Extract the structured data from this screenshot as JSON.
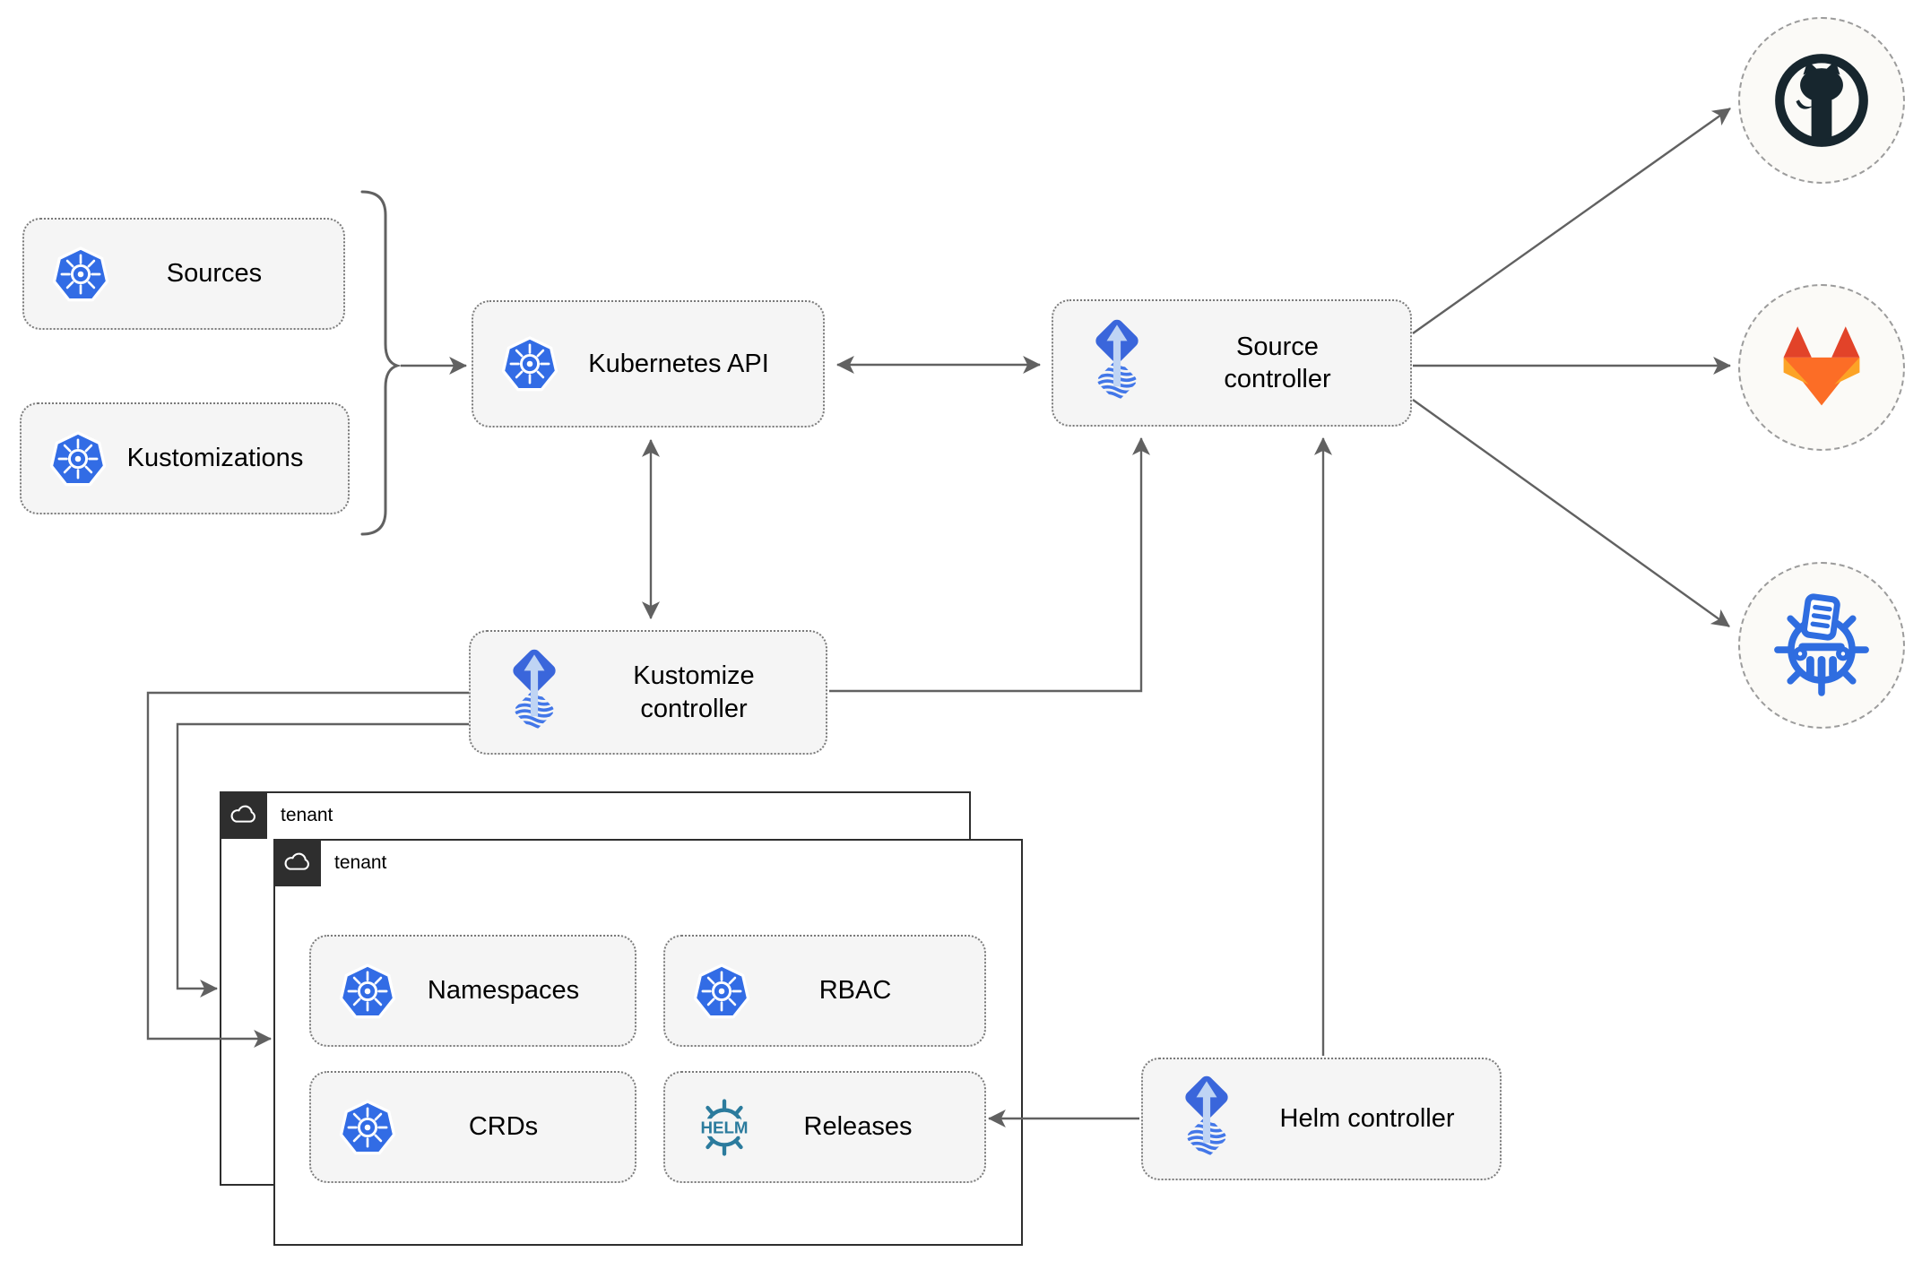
{
  "diagram": {
    "nodes": {
      "sources": {
        "label": "Sources"
      },
      "kustomizations": {
        "label": "Kustomizations"
      },
      "kubernetes_api": {
        "label": "Kubernetes API"
      },
      "source_controller": {
        "label": "Source controller"
      },
      "kustomize_controller": {
        "label": "Kustomize controller"
      },
      "helm_controller": {
        "label": "Helm controller"
      },
      "namespaces": {
        "label": "Namespaces"
      },
      "rbac": {
        "label": "RBAC"
      },
      "crds": {
        "label": "CRDs"
      },
      "releases": {
        "label": "Releases"
      }
    },
    "groups": {
      "tenant_back": {
        "label": "tenant"
      },
      "tenant_front": {
        "label": "tenant"
      }
    },
    "icons": {
      "helm_logo_text": "HELM"
    },
    "external_targets": [
      {
        "name": "github",
        "icon": "github-icon"
      },
      {
        "name": "gitlab",
        "icon": "gitlab-icon"
      },
      {
        "name": "helm-chart-repository",
        "icon": "chartmuseum-icon"
      }
    ],
    "connections": [
      {
        "from": "sources-and-kustomizations",
        "to": "kubernetes-api",
        "style": "arrow"
      },
      {
        "from": "kubernetes-api",
        "to": "source-controller",
        "style": "bidirectional"
      },
      {
        "from": "kubernetes-api",
        "to": "kustomize-controller",
        "style": "bidirectional"
      },
      {
        "from": "kustomize-controller",
        "to": "source-controller",
        "style": "arrow"
      },
      {
        "from": "kustomize-controller",
        "to": "tenant-front",
        "style": "arrow"
      },
      {
        "from": "kustomize-controller",
        "to": "tenant-back",
        "style": "arrow"
      },
      {
        "from": "helm-controller",
        "to": "source-controller",
        "style": "arrow"
      },
      {
        "from": "helm-controller",
        "to": "releases",
        "style": "arrow"
      },
      {
        "from": "source-controller",
        "to": "github",
        "style": "arrow"
      },
      {
        "from": "source-controller",
        "to": "gitlab",
        "style": "arrow"
      },
      {
        "from": "source-controller",
        "to": "helm-chart-repository",
        "style": "arrow"
      }
    ],
    "colors": {
      "kubernetes_blue": "#326CE5",
      "flux_blue": "#3A66DB",
      "flux_light_arrow": "#BFD4F4",
      "helm_teal": "#2B7B9D",
      "github_dark": "#17262E",
      "gitlab_red": "#E24329",
      "gitlab_orange": "#FC6D26",
      "gitlab_amber": "#FCA326",
      "chartmuseum_blue": "#2F6DE0",
      "connector_gray": "#616161",
      "node_fill": "#F5F5F5",
      "tenant_border": "#2E2E2E"
    }
  }
}
